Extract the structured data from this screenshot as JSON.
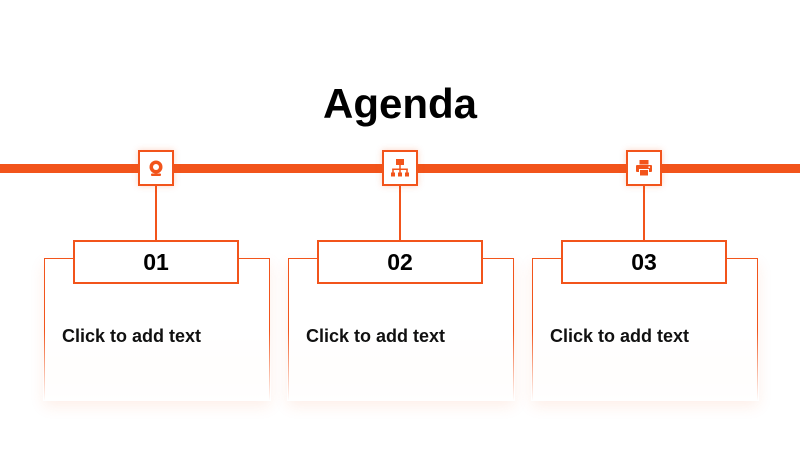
{
  "slide": {
    "title": "Agenda",
    "accent_color": "#F2541B",
    "items": [
      {
        "number": "01",
        "text": "Click to add text",
        "icon": "webcam-icon"
      },
      {
        "number": "02",
        "text": "Click to add text",
        "icon": "org-chart-icon"
      },
      {
        "number": "03",
        "text": "Click to add text",
        "icon": "printer-icon"
      }
    ]
  }
}
